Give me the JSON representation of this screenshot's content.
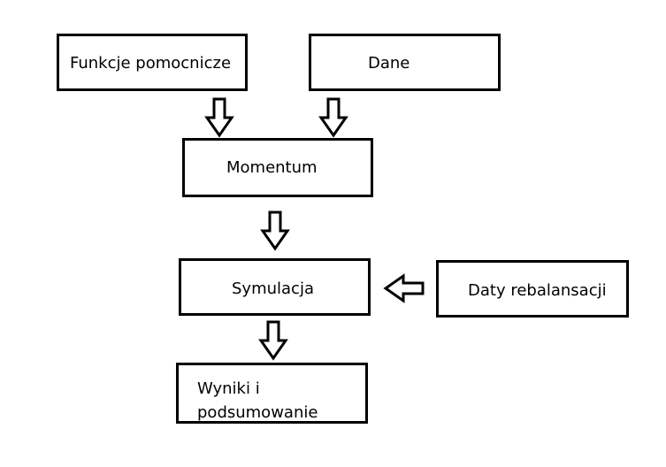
{
  "diagram": {
    "nodes": {
      "funkcje": "Funkcje pomocnicze",
      "dane": "Dane",
      "momentum": "Momentum",
      "symulacja": "Symulacja",
      "daty": "Daty rebalansacji",
      "wyniki": "Wyniki i\npodsumowanie"
    },
    "edges": [
      {
        "from": "funkcje",
        "to": "momentum"
      },
      {
        "from": "dane",
        "to": "momentum"
      },
      {
        "from": "momentum",
        "to": "symulacja"
      },
      {
        "from": "daty",
        "to": "symulacja"
      },
      {
        "from": "symulacja",
        "to": "wyniki"
      }
    ]
  }
}
